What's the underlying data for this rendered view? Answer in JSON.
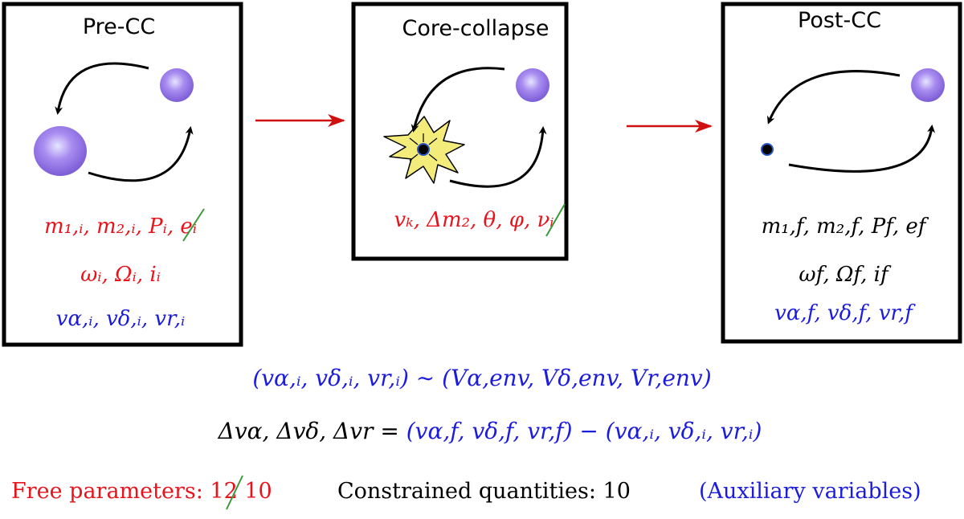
{
  "panels": {
    "pre_cc": {
      "title": "Pre-CC",
      "line1": "m₁,ᵢ, m₂,ᵢ, Pᵢ, ",
      "line1_struck": "eᵢ",
      "line2": "ωᵢ, Ωᵢ, iᵢ",
      "line3": "vα,ᵢ, vδ,ᵢ, vr,ᵢ"
    },
    "core_collapse": {
      "title": "Core-collapse",
      "line1": "vₖ, Δm₂, θ, φ, ",
      "line1_struck": "νᵢ"
    },
    "post_cc": {
      "title": "Post-CC",
      "line1": "m₁,f, m₂,f, Pf, ef",
      "line2": "ωf, Ωf, if",
      "line3": "vα,f, vδ,f, vr,f"
    }
  },
  "equations": {
    "env_relation": "(vα,ᵢ, vδ,ᵢ, vr,ᵢ) ∼ (Vα,env, Vδ,env, Vr,env)",
    "delta_lhs": "Δvα, Δvδ, Δvr = ",
    "delta_rhs": "(vα,f, vδ,f, vr,f) − (vα,ᵢ, vδ,ᵢ, vr,ᵢ)"
  },
  "legend": {
    "free_label": "Free parameters: ",
    "free_old": "12",
    "free_new": " 10",
    "constrained": "Constrained quantities: 10",
    "auxiliary": "(Auxiliary variables)"
  },
  "colors": {
    "free": "#e8141c",
    "auxiliary": "#1c1cdc",
    "constrained": "#000000",
    "strike": "#3a9a3a",
    "arrow_between": "#d01010",
    "star": "#7b5cd6",
    "explosion": "#f3ec7a"
  }
}
